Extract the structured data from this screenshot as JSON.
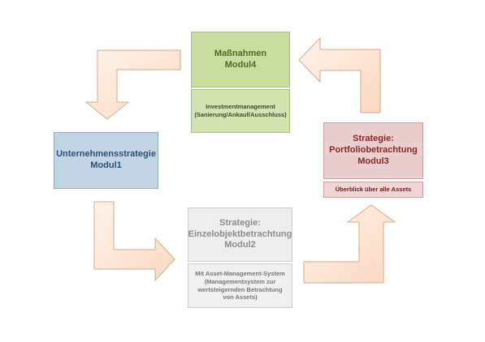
{
  "modul4": {
    "title": "Maßnahmen",
    "name": "Modul4",
    "detail": "Investmentmanagement (Sanierung/Ankauf/Ausschluss)"
  },
  "modul1": {
    "title": "Unternehmensstrategie",
    "name": "Modul1"
  },
  "modul3": {
    "title1": "Strategie:",
    "title2": "Portfoliobetrachtung",
    "name": "Modul3",
    "detail": "Überblick über alle Assets"
  },
  "modul2": {
    "title1": "Strategie:",
    "title2": "Einzelobjektbetrachtung",
    "name": "Modul2",
    "detail": "Mit Asset-Management-System (Managementsystem zur wertsteigernden Betrachtung von Assets)"
  },
  "colors": {
    "arrow_fill": "#fde3cf",
    "arrow_stroke": "#d9a98a"
  }
}
